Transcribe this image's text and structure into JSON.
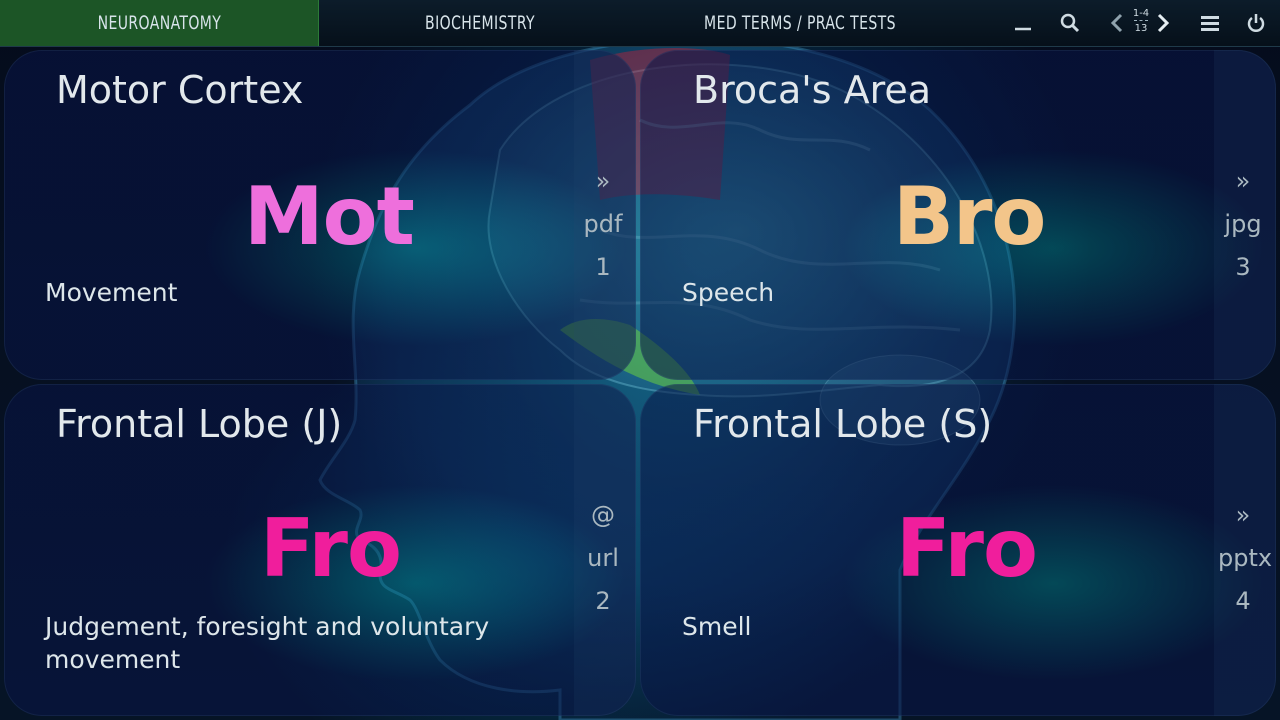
{
  "tabs": [
    {
      "label": "NEUROANATOMY",
      "active": true
    },
    {
      "label": "BIOCHEMISTRY",
      "active": false
    },
    {
      "label": "MED TERMS / PRAC TESTS",
      "active": false
    }
  ],
  "pager": {
    "range": "1-4",
    "total": "13"
  },
  "controls": [
    "minimize-icon",
    "search-icon",
    "chevron-left-icon",
    "chevron-right-icon",
    "menu-icon",
    "power-icon"
  ],
  "colors": {
    "active_tab": "#1c5526",
    "mot": "#ee6fdc",
    "bro": "#f3c58a",
    "fro": "#f01e9c"
  },
  "tiles": [
    {
      "title": "Motor Cortex",
      "abbr": "Mot",
      "desc": "Movement",
      "meta": [
        "»",
        "pdf",
        "1"
      ]
    },
    {
      "title": "Broca's Area",
      "abbr": "Bro",
      "desc": "Speech",
      "meta": [
        "»",
        "jpg",
        "3"
      ]
    },
    {
      "title": "Frontal Lobe (J)",
      "abbr": "Fro",
      "desc": "Judgement, foresight and voluntary movement",
      "meta": [
        "@",
        "url",
        "2"
      ]
    },
    {
      "title": "Frontal Lobe (S)",
      "abbr": "Fro",
      "desc": "Smell",
      "meta": [
        "»",
        "pptx",
        "4"
      ]
    }
  ]
}
